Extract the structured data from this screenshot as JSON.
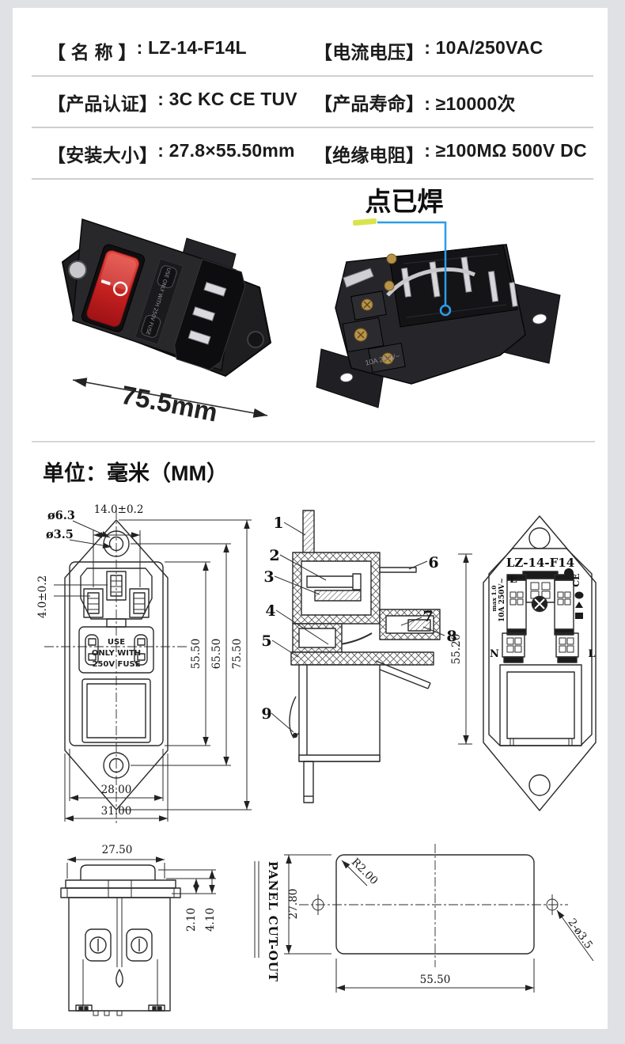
{
  "colors": {
    "page_bg": "#e0e1e4",
    "card_bg": "#ffffff",
    "divider": "#cfcfcf",
    "drawing_line": "#2b2b2b",
    "switch_red": "#c4201f",
    "callout_blue": "#2b9ee8",
    "highlight_green": "#d9e44d"
  },
  "specs": {
    "rows": [
      {
        "left_label": "【 名  称 】",
        "left_value": ": LZ-14-F14L",
        "right_label": "【电流电压】",
        "right_value": ": 10A/250VAC"
      },
      {
        "left_label": "【产品认证】",
        "left_value": ": 3C KC CE TUV",
        "right_label": "【产品寿命】",
        "right_value": ": ≥10000次"
      },
      {
        "left_label": "【安装大小】",
        "left_value": ": 27.8×55.50mm",
        "right_label": "【绝缘电阻】",
        "right_value": ": ≥100MΩ 500V DC"
      }
    ]
  },
  "photos": {
    "front": {
      "dim_label": "75.5mm",
      "fuse_label": "USE ONLY WITH 250V FUSE",
      "switch_markings": "— O"
    },
    "back": {
      "callout_label": "点已焊",
      "body_marking": "10A 250V~"
    }
  },
  "units_label": "单位：毫米（MM）",
  "front_view": {
    "hole_outer": "ø6.3",
    "hole_inner": "ø3.5",
    "top_width": "14.0±0.2",
    "pin_pitch": "4.0±0.2",
    "body_height": "55.50",
    "hole_pitch": "65.50",
    "total_height": "75.50",
    "body_width": "28.00",
    "plate_width": "31.00",
    "fuse_text": [
      "USE",
      "ONLY WITH",
      "250V FUSE"
    ]
  },
  "section_view": {
    "callouts": [
      "1",
      "2",
      "3",
      "4",
      "5",
      "6",
      "7",
      "8",
      "9"
    ],
    "height": "55.20"
  },
  "rear_view": {
    "model": "LZ-14-F14",
    "terminal_e": "E",
    "terminal_n": "N",
    "terminal_l": "L",
    "rating": "10A 250V~",
    "rating_max": "max 1.0",
    "cert": "CE"
  },
  "side_view": {
    "width": "27.50",
    "dim_a": "2.10",
    "dim_b": "4.10"
  },
  "panel_cutout": {
    "title": "PANEL CUT-OUT",
    "radius": "R2.00",
    "height": "27.80",
    "width": "55.50",
    "holes": "2-ø3.5"
  }
}
